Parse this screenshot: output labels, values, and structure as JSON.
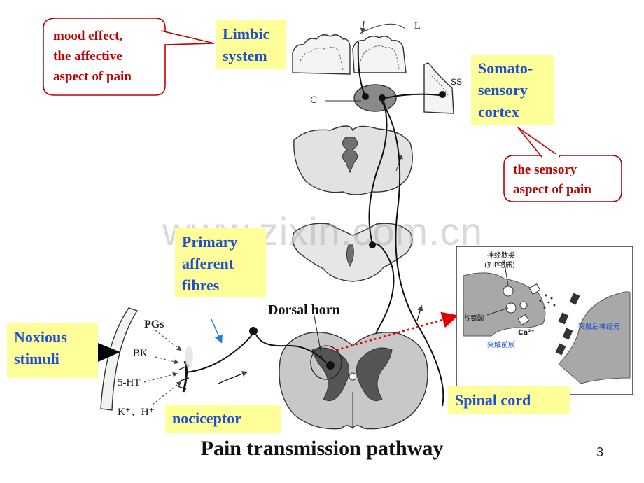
{
  "labels": {
    "limbic": "Limbic\nsystem",
    "somatosensory": "Somato-\nsensory\ncortex",
    "primary_afferent": "Primary\nafferent\nfibres",
    "noxious": "Noxious\nstimuli",
    "nociceptor": "nociceptor",
    "spinal_cord": "Spinal cord",
    "dorsal_horn": "Dorsal horn"
  },
  "callouts": {
    "mood": "mood effect,\nthe affective\naspect of pain",
    "sensory": "the sensory\naspect of pain"
  },
  "mediators": {
    "pgs": "PGs",
    "bk": "BK",
    "ht": "5-HT",
    "ions": "K⁺、H⁺"
  },
  "brain_letters": {
    "l": "L",
    "c": "C",
    "ss": "SS"
  },
  "synapse_inset": {
    "neuropeptide": "神经肽类",
    "substance_p": "(如P物质)",
    "glutamate": "谷氨酸",
    "calcium": "Ca²⁺",
    "presynaptic": "突触前膜",
    "postsynaptic": "突触后神经元"
  },
  "title": "Pain transmission pathway",
  "page_number": "3",
  "watermark": "www.zixin.com.cn",
  "colors": {
    "label_bg": "#ffff99",
    "label_text": "#1f4fd0",
    "callout_text": "#c00000",
    "callout_border": "#c00000",
    "dotted_arrow": "#e00000",
    "tissue_gray": "#c8c8c8",
    "tissue_dark": "#555555"
  }
}
